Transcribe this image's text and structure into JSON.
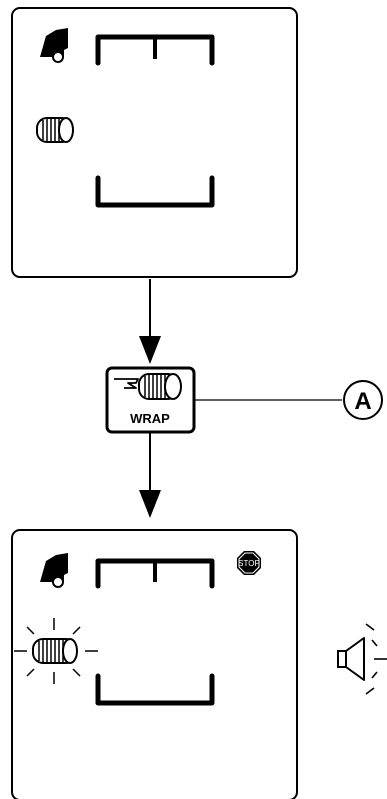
{
  "diagram": {
    "icons": {
      "baler": "baler-icon",
      "bale": "bale-roll-icon",
      "hand_press": "hand-press-icon",
      "stop": "stop-sign-icon",
      "horn": "horn-speaker-icon"
    },
    "wrap_button": {
      "label": "WRAP"
    },
    "callout": {
      "label": "A"
    },
    "stop_badge": {
      "label": "STOP"
    }
  }
}
